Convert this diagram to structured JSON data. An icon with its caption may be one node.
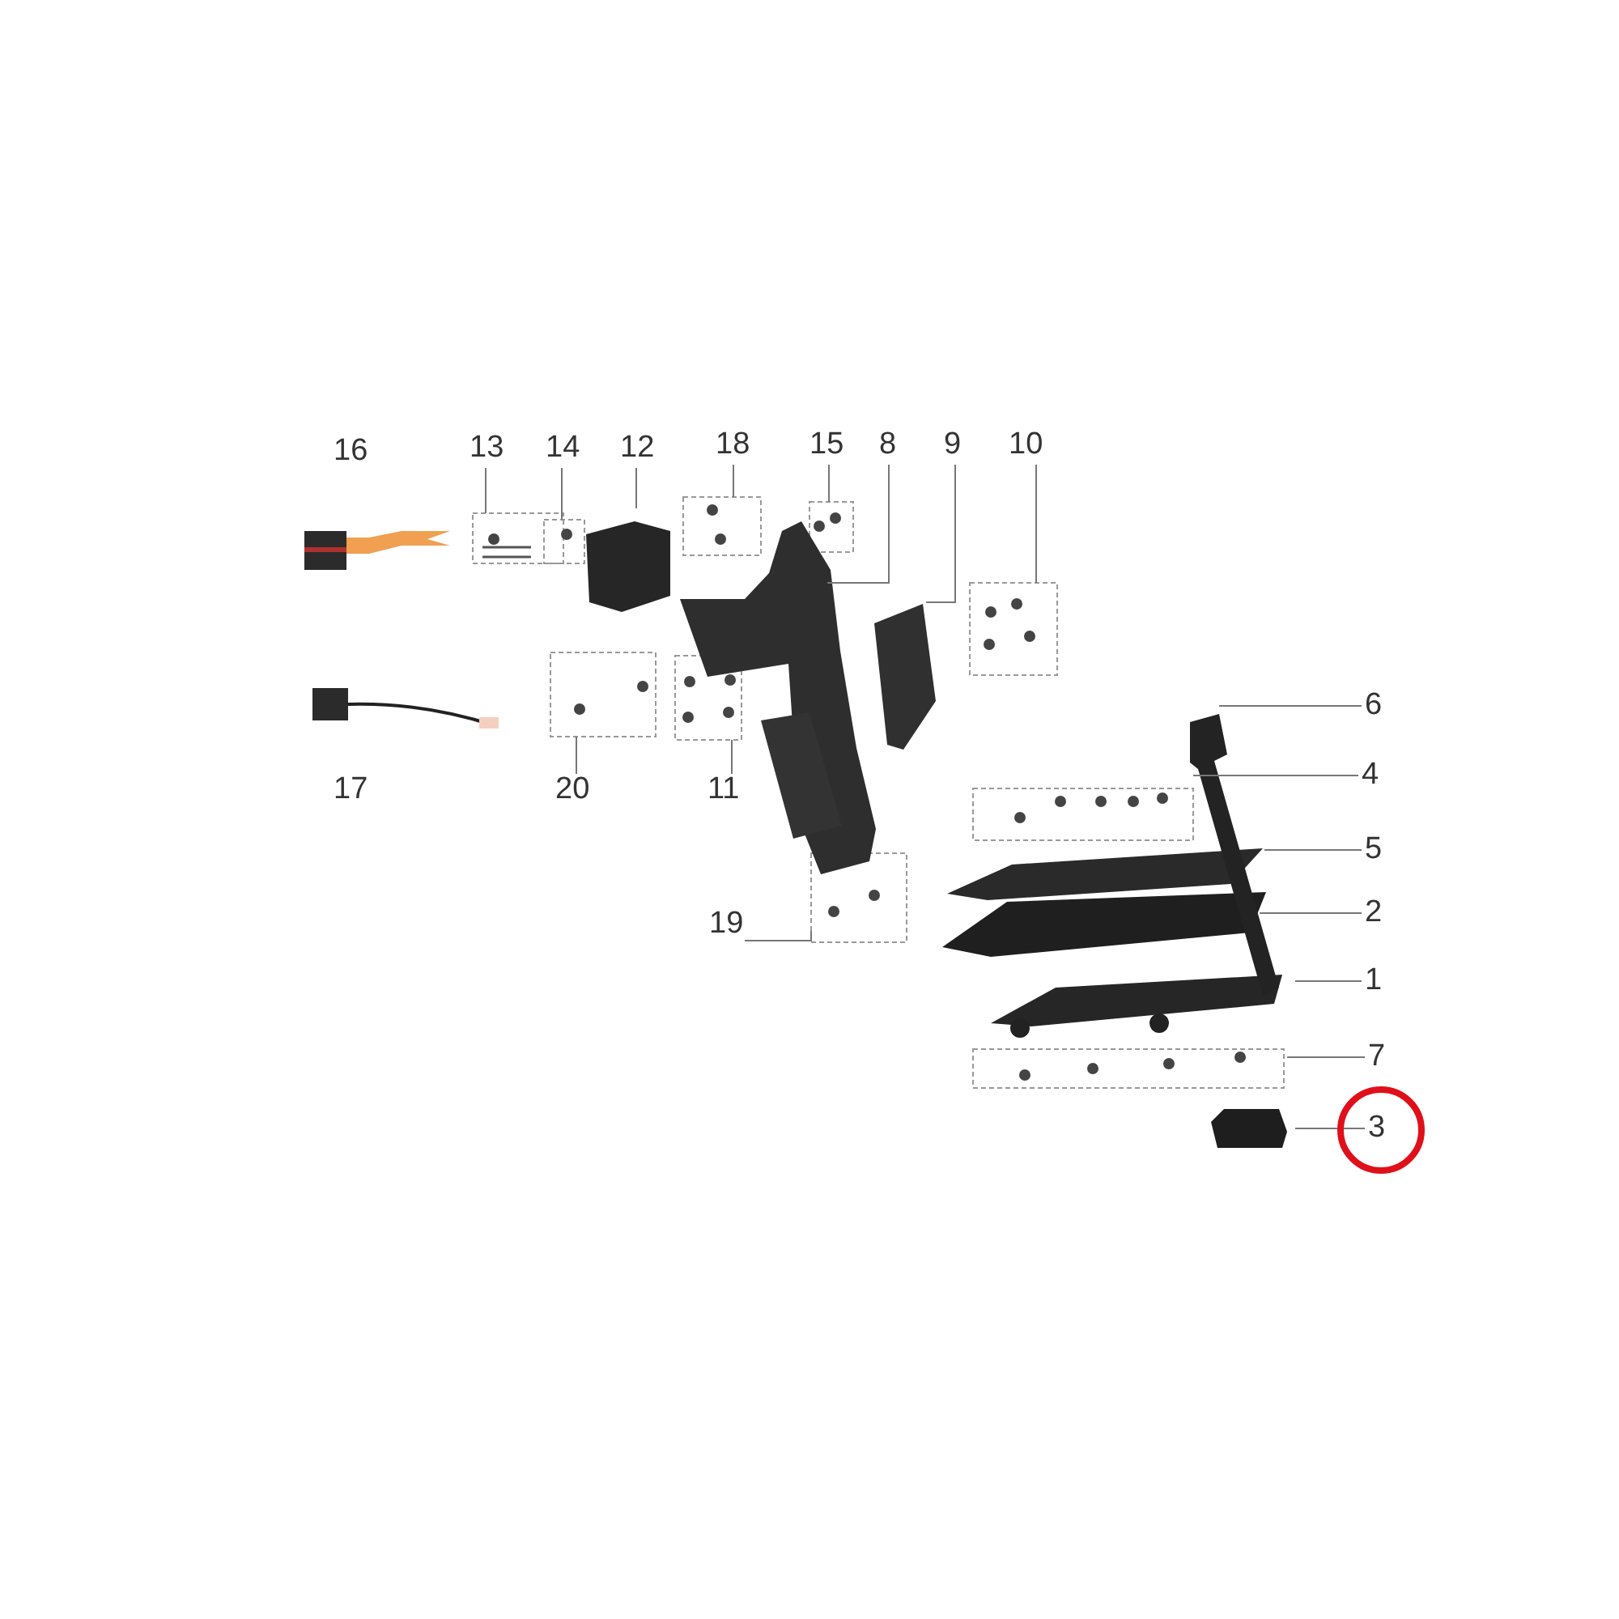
{
  "diagram": {
    "nodes": [
      {
        "text": [
          "13"
        ]
      },
      {
        "text": [
          "14"
        ]
      },
      {
        "text": [
          "12"
        ]
      },
      {
        "text": [
          "18"
        ]
      },
      {
        "text": [
          "15"
        ]
      },
      {
        "text": [
          "8"
        ]
      },
      {
        "text": [
          "9"
        ]
      },
      {
        "text": [
          "10"
        ]
      },
      {
        "text": [
          "20"
        ]
      },
      {
        "text": [
          "11"
        ]
      },
      {
        "text": [
          "6"
        ]
      },
      {
        "text": [
          "4"
        ]
      },
      {
        "text": [
          "5"
        ]
      },
      {
        "text": [
          "19"
        ]
      },
      {
        "text": [
          "2"
        ]
      },
      {
        "text": [
          "1"
        ]
      },
      {
        "text": [
          "7"
        ]
      },
      {
        "text": [
          "3"
        ]
      }
    ],
    "edges": [
      {
        "from": 0,
        "to": null,
        "arrow": "none"
      },
      {
        "from": 1,
        "to": null,
        "arrow": "none"
      },
      {
        "from": 2,
        "to": null,
        "arrow": "none"
      },
      {
        "from": 3,
        "to": null,
        "arrow": "none"
      },
      {
        "from": 4,
        "to": null,
        "arrow": "none"
      },
      {
        "from": 5,
        "to": null,
        "arrow": "none"
      },
      {
        "from": 6,
        "to": null,
        "arrow": "none"
      },
      {
        "from": 7,
        "to": null,
        "arrow": "none"
      },
      {
        "from": 8,
        "to": null,
        "arrow": "none"
      },
      {
        "from": 9,
        "to": null,
        "arrow": "none"
      },
      {
        "from": 10,
        "to": null,
        "arrow": "none"
      },
      {
        "from": 11,
        "to": null,
        "arrow": "none"
      },
      {
        "from": 12,
        "to": null,
        "arrow": "none"
      },
      {
        "from": 13,
        "to": null,
        "arrow": "none"
      },
      {
        "from": 14,
        "to": null,
        "arrow": "none"
      },
      {
        "from": 15,
        "to": null,
        "arrow": "none"
      },
      {
        "from": 16,
        "to": null,
        "arrow": "none"
      },
      {
        "from": 17,
        "to": null,
        "arrow": "none"
      }
    ],
    "labels": [
      "16",
      "17"
    ]
  }
}
